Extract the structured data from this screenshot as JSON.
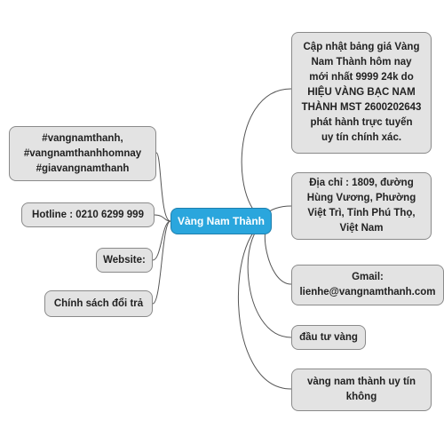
{
  "center": {
    "label": "Vàng Nam Thành",
    "color": "#2aa6dd"
  },
  "right_nodes": [
    {
      "label": "Cập nhật bảng giá Vàng\nNam Thành hôm nay\nmới nhất 9999 24k do\nHIỆU VÀNG BẠC NAM\nTHÀNH MST 2600202643\nphát hành trực tuyến\nuy tín chính xác."
    },
    {
      "label": "Địa chỉ : 1809, đường\nHùng Vương, Phường\nViệt Trì, Tỉnh Phú Thọ,\nViệt Nam"
    },
    {
      "label": "Gmail:\nlienhe@vangnamthanh.com"
    },
    {
      "label": "đầu tư vàng"
    },
    {
      "label": "vàng nam thành uy tín\nkhông"
    }
  ],
  "left_nodes": [
    {
      "label": "#vangnamthanh,\n#vangnamthanhhomnay\n#giavangnamthanh"
    },
    {
      "label": "Hotline : 0210 6299 999"
    },
    {
      "label": "Website:"
    },
    {
      "label": "Chính sách đổi trả"
    }
  ]
}
